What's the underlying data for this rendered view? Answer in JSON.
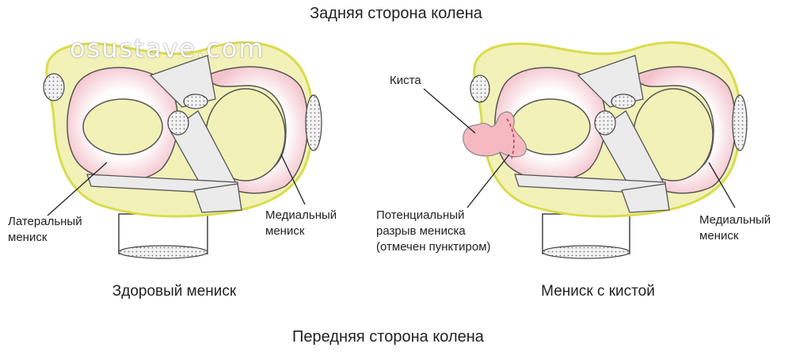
{
  "titles": {
    "top": "Задняя сторона колена",
    "bottom": "Передняя сторона колена"
  },
  "watermark": "osustave.com",
  "left_panel": {
    "caption": "Здоровый мениск",
    "lateral_label": [
      "Латеральный",
      "мениск"
    ],
    "medial_label": [
      "Медиальный",
      "мениск"
    ]
  },
  "right_panel": {
    "caption": "Мениск с кистой",
    "cyst_label": "Киста",
    "tear_label": [
      "Потенциальный",
      "разрыв мениска",
      "(отмечен пунктиром)"
    ],
    "medial_label": [
      "Медиальный",
      "мениск"
    ]
  },
  "colors": {
    "bone_yellow": "#f2f1b8",
    "bone_outline": "#d9dc4a",
    "meniscus_pink": "#f8dce0",
    "ligament_grey": "#ebebeb",
    "cyst_pink": "#f6b9c2"
  }
}
